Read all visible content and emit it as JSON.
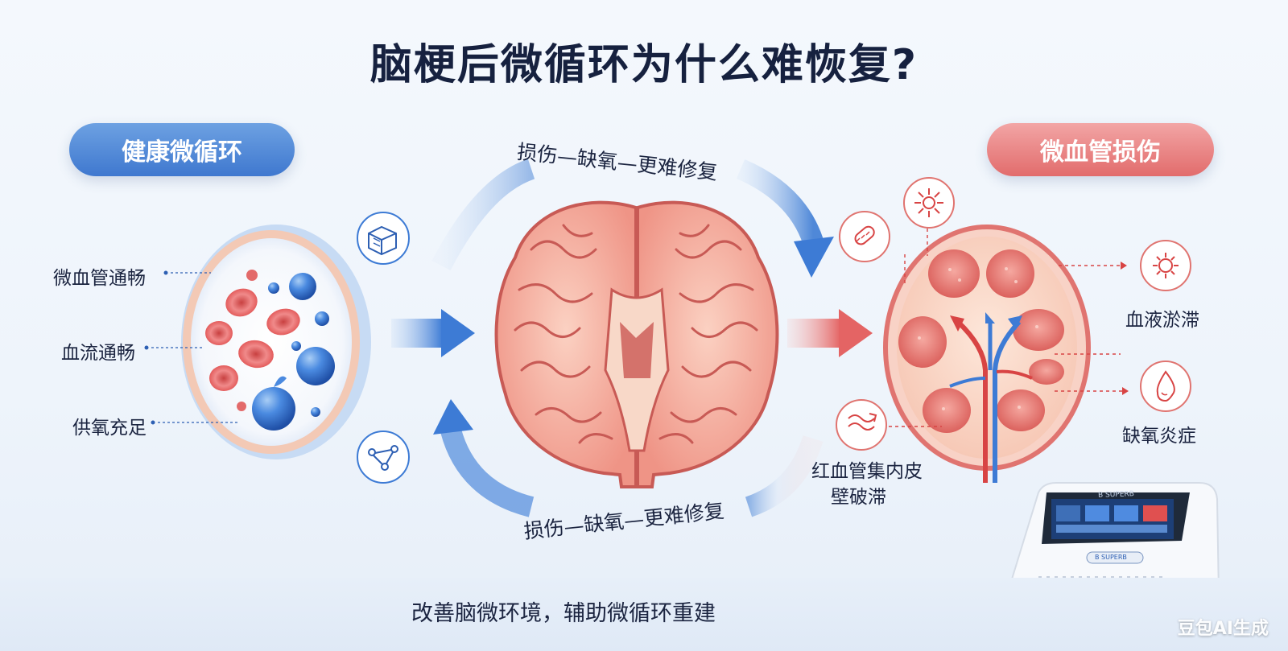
{
  "title": "脑梗后微循环为什么难恢复?",
  "left": {
    "pill": "健康微循环",
    "labels": [
      "微血管通畅",
      "血流通畅",
      "供氧充足"
    ]
  },
  "right": {
    "pill": "微血管损伤",
    "labels": [
      "血液淤滞",
      "缺氧炎症"
    ],
    "bottom_label_line1": "红血管集内皮",
    "bottom_label_line2": "壁破滞"
  },
  "cycle": {
    "top": "损伤—缺氧—更难修复",
    "bottom": "损伤—缺氧—更难修复"
  },
  "footer": "改善脑微环境，辅助微循环重建",
  "device": {
    "screen_title": "B SUPERB",
    "badge": "B SUPERB"
  },
  "watermark": "豆包AI生成",
  "colors": {
    "healthy": "#3f78cf",
    "damaged": "#e26c6c",
    "title": "#16213f"
  }
}
